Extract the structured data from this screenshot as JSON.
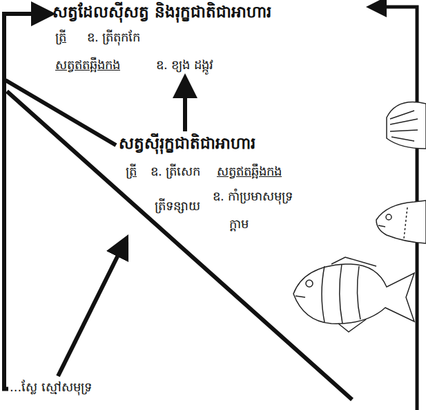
{
  "diagram": {
    "nodes": [
      {
        "text": [
          "សត្វដែលស៊ីសត្វ និងរុក្ខជាតិជាអាហារ",
          "ត្រី",
          "ឧ. ត្រីតុកកែ",
          "សត្វឥតឆ្អឹងកង",
          "ឧ. ខ្យង ដង្កូវ"
        ]
      },
      {
        "text": [
          "សត្វស៊ីរុក្ខជាតិជាអាហារ",
          "ត្រី",
          "ឧ. ត្រីសេក",
          "ត្រីទន្សាយ",
          "សត្វឥតឆ្អឹងកង",
          "ឧ. កាំប្រមាសមុទ្រ",
          "ក្តាម"
        ]
      },
      {
        "text": [
          "...ស្លែ ស្មៅសមុទ្រ"
        ]
      }
    ],
    "edges": [
      {
        "from": 2,
        "to": 1,
        "arrow": "to"
      },
      {
        "from": 1,
        "to": 0,
        "arrow": "to"
      },
      {
        "from": 2,
        "to": 0,
        "arrow": "to"
      }
    ]
  }
}
